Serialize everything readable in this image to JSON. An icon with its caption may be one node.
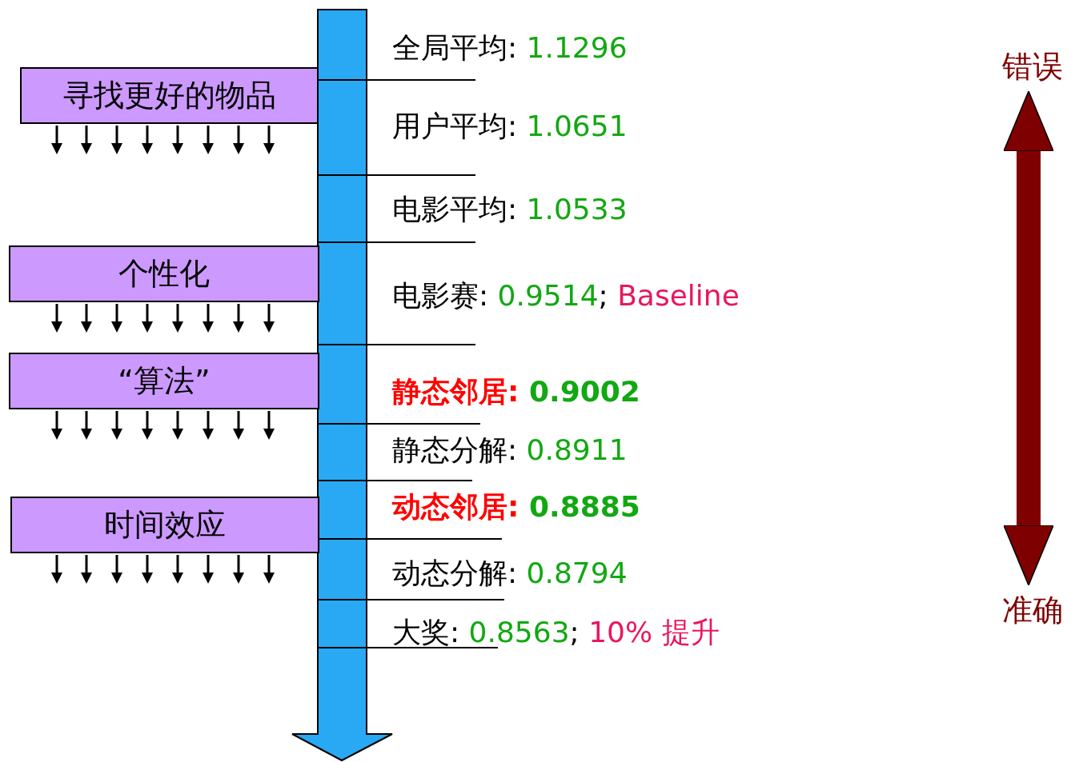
{
  "diagram": {
    "nodes": [
      {
        "text": [
          "寻找更好的物品"
        ]
      },
      {
        "text": [
          "个性化"
        ]
      },
      {
        "text": [
          "“算法”"
        ]
      },
      {
        "text": [
          "时间效应"
        ]
      },
      {
        "text": [
          "错误"
        ]
      },
      {
        "text": [
          "准确"
        ]
      }
    ],
    "edges": [
      {
        "from": 4,
        "to": 5,
        "arrow": "both",
        "color": "#7f0000"
      }
    ],
    "labels": [
      "全局平均: 1.1296",
      "用户平均: 1.0651",
      "电影平均: 1.0533",
      "电影赛: 0.9514; Baseline",
      "静态邻居: 0.9002",
      "静态分解: 0.8911",
      "动态邻居: 0.8885",
      "动态分解: 0.8794",
      "大奖: 0.8563; 10% 提升"
    ]
  }
}
